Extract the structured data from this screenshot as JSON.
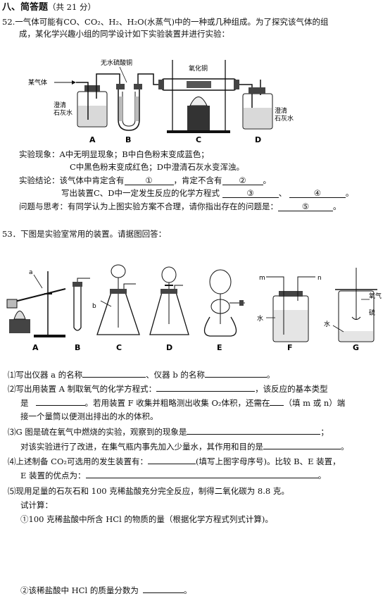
{
  "section": {
    "title": "八、简答题",
    "note": "（共 21 分）"
  },
  "q52": {
    "number": "52.",
    "line1": "一气体可能有CO、CO₂、H₂、H₂O(水蒸气)中的一种或几种组成。为了探究该气体的组",
    "line2": "成，某化学兴趣小组的同学设计如下实验装置并进行实验：",
    "figure": {
      "gas_in": "某气体",
      "reagent_b": "无水硫酸铜",
      "reagent_c": "氧化铜",
      "limewater_a": [
        "澄清",
        "石灰水"
      ],
      "limewater_d": [
        "澄清",
        "石灰水"
      ],
      "labels": [
        "A",
        "B",
        "C",
        "D"
      ]
    },
    "phenomena_label": "实验现象：",
    "phenomena_1": "A中无明显现象；B中白色粉末变成蓝色；",
    "phenomena_2": "C中黑色粉末变成红色；D中澄清石灰水变浑浊。",
    "conclusion_prefix": "实验结论：该气体中肯定含有",
    "blank1": "①",
    "conclusion_mid": "，肯定不含有",
    "blank2": "②",
    "conclusion_end": "。",
    "equation_prefix": "写出装置C、D中一定发生反应的化学方程式",
    "blank3": "③",
    "comma": "、",
    "blank4": "④",
    "period": "。",
    "problem_prefix": "问题与思考：有同学认为上图实验方案不合理，请你指出存在的问题是：",
    "blank5": "⑤",
    "problem_end": "。"
  },
  "q53": {
    "title": "53．下图是实验室常用的装置。请据图回答：",
    "figure": {
      "labels": [
        "A",
        "B",
        "C",
        "D",
        "E",
        "F",
        "G"
      ],
      "label_a": "a",
      "label_b": "b",
      "label_m": "m",
      "label_n": "n",
      "label_water_f": "水",
      "label_water_g": "水",
      "label_oxygen": "氧气",
      "label_sulfur": "硫"
    },
    "p1_prefix": "⑴写出仪器 a 的名称",
    "p1_mid": "、仪器 b 的名称",
    "p1_end": "。",
    "p2_prefix": "⑵写出用装置 A 制取氧气的化学方程式：",
    "p2_mid": "，该反应的基本类型",
    "p2_line2_prefix": "是",
    "p2_line2_mid": "。若用装置 F 收集并粗略测出收集 O₂体积，还需在",
    "p2_line2_end": "（填 m 或 n）端",
    "p2_line3": "接一个量筒以便测出排出的水的体积。",
    "p3_prefix": "⑶G 图是硫在氧气中燃烧的实验，观察到的现象是",
    "p3_end": "；",
    "p3_line2": "对该实验进行了改进，在集气瓶内事先加入少量水，其作用和目的是",
    "p3_line2_end": "。",
    "p4_prefix": "⑷上述制备 CO₂可选用的发生装置有：",
    "p4_mid": "(填写上图字母序号)。比较 B、E 装置，",
    "p4_line2": "E 装置的优点为：",
    "p4_line2_end": "。",
    "p5": "⑸现用足量的石灰石和 100 克稀盐酸充分完全反应，制得二氧化碳为 8.8 克。",
    "p5_calc": "试计算：",
    "p5_sub1": "①100 克稀盐酸中所含 HCl 的物质的量（根据化学方程式列式计算)。",
    "p5_sub2_prefix": "②该稀盐酸中 HCl 的质量分数为",
    "p5_sub2_end": "。"
  }
}
